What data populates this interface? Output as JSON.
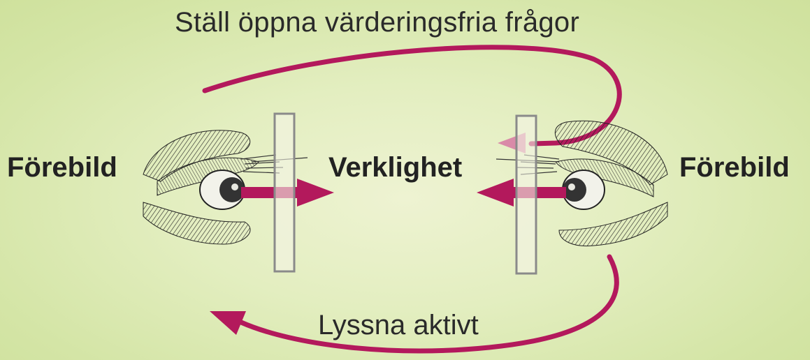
{
  "diagram": {
    "top_caption": "Ställ öppna värderingsfria frågor",
    "bottom_caption": "Lyssna aktivt",
    "left_label": "Förebild",
    "center_label": "Verklighet",
    "right_label": "Förebild"
  },
  "colors": {
    "arrow": "#b3195c",
    "arrow_light": "#d98aa8",
    "background": "#e3eec0",
    "filter_fill": "#f3f4e4",
    "filter_stroke": "#8a8a8a",
    "sketch": "#222222"
  },
  "icons": {
    "left_eye": "eye-sketch-right-facing",
    "right_eye": "eye-sketch-left-facing",
    "left_filter": "glass-filter-pane",
    "right_filter": "glass-filter-pane"
  }
}
